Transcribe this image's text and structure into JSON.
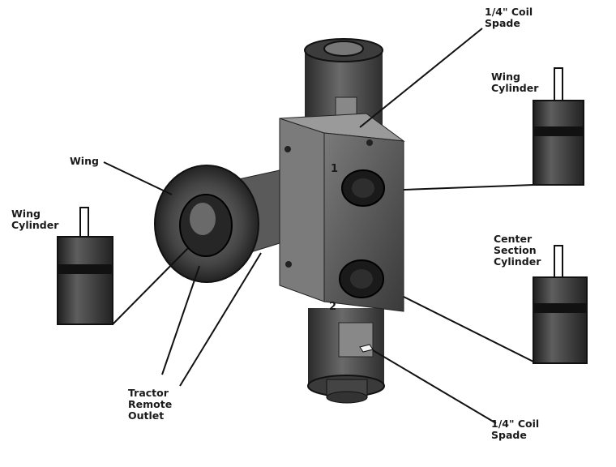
{
  "labels": {
    "coil_spade_top": [
      "1/4\" Coil",
      "Spade"
    ],
    "wing_cylinder_right": [
      "Wing",
      "Cylinder"
    ],
    "wing": "Wing",
    "wing_cylinder_left": [
      "Wing",
      "Cylinder"
    ],
    "center_section_cylinder": [
      "Center",
      "Section",
      "Cylinder"
    ],
    "tractor_remote_outlet": [
      "Tractor",
      "Remote",
      "Outlet"
    ],
    "coil_spade_bottom": [
      "1/4\" Coil",
      "Spade"
    ],
    "port_1": "1",
    "port_2": "2"
  }
}
